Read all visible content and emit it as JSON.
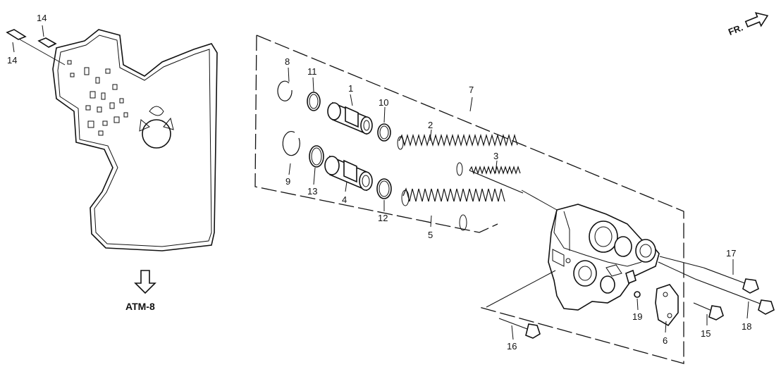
{
  "direction_marker": {
    "label": "FR.",
    "icon": "arrow-icon"
  },
  "reference": {
    "label": "ATM-8",
    "icon": "down-arrow-icon"
  },
  "callouts": {
    "c1": "1",
    "c2": "2",
    "c3": "3",
    "c4": "4",
    "c5": "5",
    "c6": "6",
    "c7": "7",
    "c8": "8",
    "c9": "9",
    "c10": "10",
    "c11": "11",
    "c12": "12",
    "c13": "13",
    "c14a": "14",
    "c14b": "14",
    "c15": "15",
    "c16": "16",
    "c17": "17",
    "c18": "18",
    "c19": "19"
  }
}
